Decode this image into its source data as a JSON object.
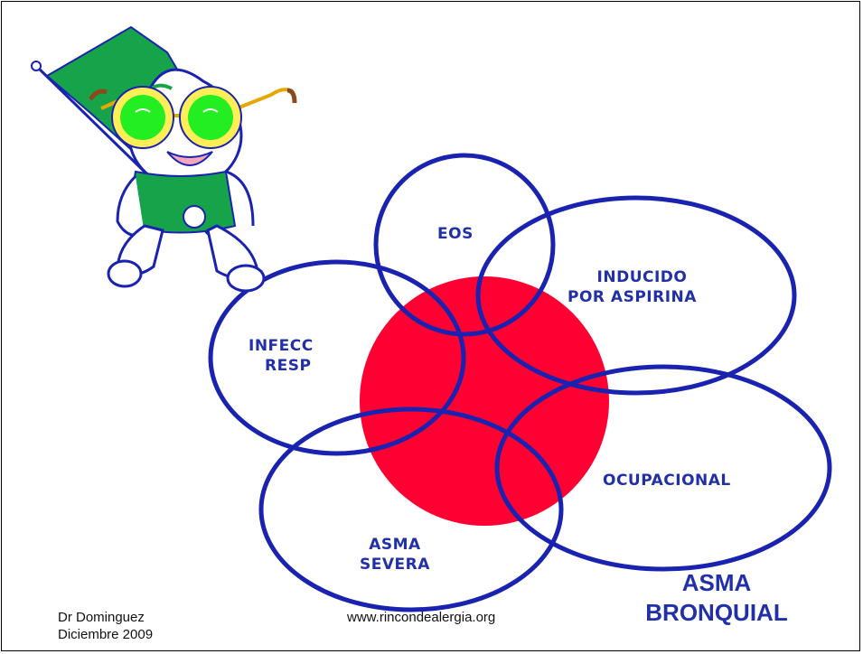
{
  "diagram": {
    "center_color": "#ff0033",
    "ring_color": "#1a22b0",
    "labels": {
      "eos": "EOS",
      "inducido_1": "INDUCIDO",
      "inducido_2": "POR ASPIRINA",
      "infecc_1": "INFECC",
      "infecc_2": "RESP",
      "ocupacional": "OCUPACIONAL",
      "asma_1": "ASMA",
      "asma_2": "SEVERA"
    }
  },
  "title": {
    "line1": "ASMA",
    "line2": "BRONQUIAL"
  },
  "footer": {
    "author_1": "Dr Dominguez",
    "author_2": "Diciembre 2009",
    "website": "www.rincondealergia.org"
  },
  "mascot": {
    "icon": "graduate-flag-mascot-icon"
  }
}
